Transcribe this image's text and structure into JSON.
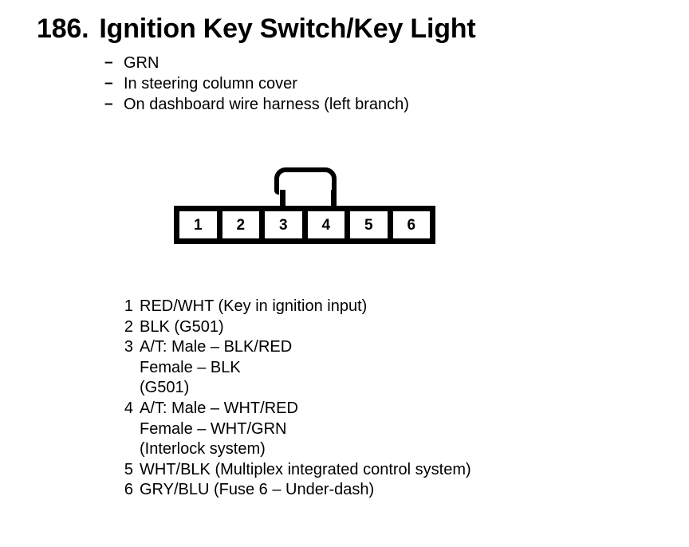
{
  "title": {
    "number": "186.",
    "text": "Ignition Key Switch/Key Light"
  },
  "meta": {
    "dash": "–",
    "items": [
      {
        "text": "GRN"
      },
      {
        "text": "In steering column cover"
      },
      {
        "text": "On dashboard wire harness (left branch)"
      }
    ]
  },
  "connector": {
    "pin_count": 6,
    "pins": [
      {
        "label": "1"
      },
      {
        "label": "2"
      },
      {
        "label": "3"
      },
      {
        "label": "4"
      },
      {
        "label": "5"
      },
      {
        "label": "6"
      }
    ],
    "tab": "locking-tab"
  },
  "pinlist": [
    {
      "num": "1",
      "text": "RED/WHT (Key in ignition input)"
    },
    {
      "num": "2",
      "text": "BLK (G501)"
    },
    {
      "num": "3",
      "text": "A/T: Male – BLK/RED"
    },
    {
      "num": "",
      "text": "Female – BLK"
    },
    {
      "num": "",
      "text": "(G501)"
    },
    {
      "num": "4",
      "text": "A/T: Male – WHT/RED"
    },
    {
      "num": "",
      "text": "Female – WHT/GRN"
    },
    {
      "num": "",
      "text": "(Interlock system)"
    },
    {
      "num": "5",
      "text": "WHT/BLK (Multiplex integrated control system)"
    },
    {
      "num": "6",
      "text": "GRY/BLU (Fuse 6 – Under-dash)"
    }
  ],
  "colors": {
    "background": "#ffffff",
    "ink": "#000000"
  }
}
